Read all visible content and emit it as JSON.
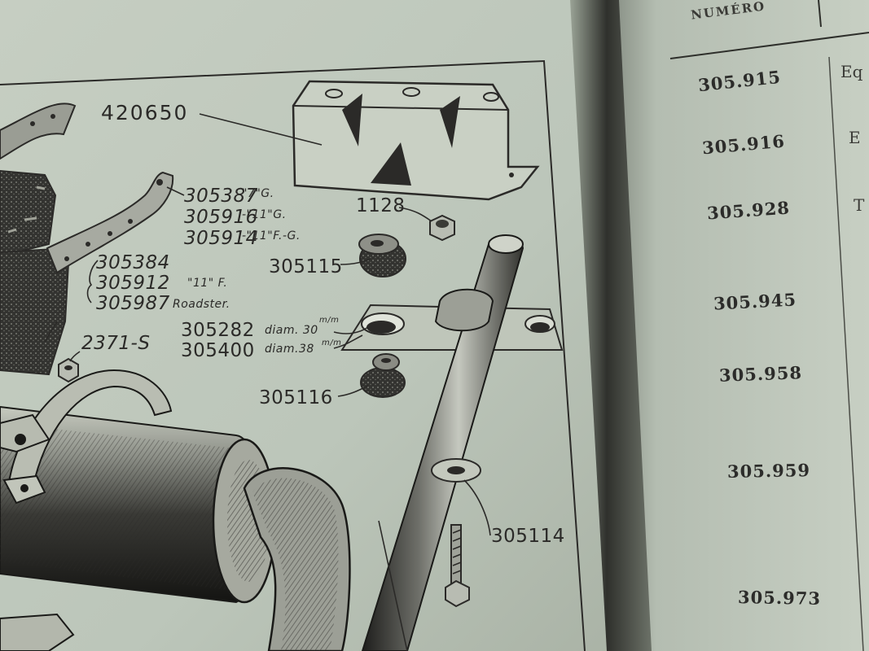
{
  "photo": {
    "paper_color": "#c2cbbf",
    "ink_color": "#2b2a28",
    "gutter_color": "#2f302c"
  },
  "diagram": {
    "labels": {
      "bracket": "420650",
      "strap_1": "305387",
      "strap_1_note": "\"7\"G.",
      "strap_2": "305916",
      "strap_2_note": "-\"11\"G.",
      "strap_3": "305914",
      "strap_3_note": "-\"11\"F.-G.",
      "nut": "1128",
      "plate_1": "305384",
      "plate_2": "305912",
      "plate_2_note": "\"11\" F.",
      "plate_3": "305987",
      "plate_3_note": "Roadster.",
      "bushing_top": "305115",
      "hole_small": "305282",
      "hole_small_note": "diam. 30",
      "hole_small_unit": "m/m",
      "hole_large": "305400",
      "hole_large_note": "diam.38",
      "hole_large_unit": "m/m",
      "screw": "2371-S",
      "bushing_bottom": "305116",
      "washer": "305114"
    }
  },
  "table": {
    "column_header": "NUMÉRO",
    "numbers": [
      "305.915",
      "305.916",
      "305.928",
      "305.945",
      "305.958",
      "305.959",
      "305.973"
    ],
    "cut_fragments": [
      "Eq",
      "E",
      "T"
    ]
  }
}
